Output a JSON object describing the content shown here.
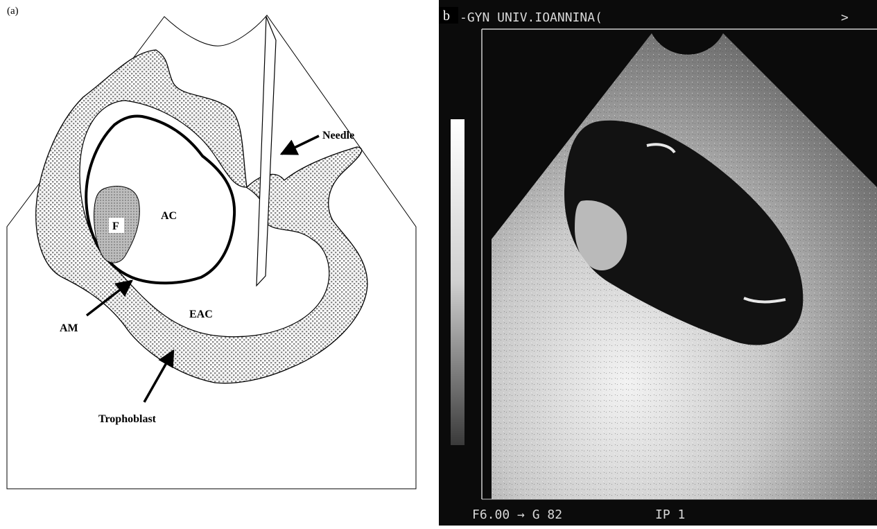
{
  "panel_a": {
    "label": "(a)",
    "labels": {
      "needle": "Needle",
      "ac": "AC",
      "f": "F",
      "eac": "EAC",
      "am": "AM",
      "trophoblast": "Trophoblast"
    }
  },
  "panel_b": {
    "label": "b",
    "header_text": "-GYN UNIV.IOANNINA(",
    "header_right": ">",
    "footer_left": "F6.00 → G 82",
    "footer_right": "IP 1"
  }
}
